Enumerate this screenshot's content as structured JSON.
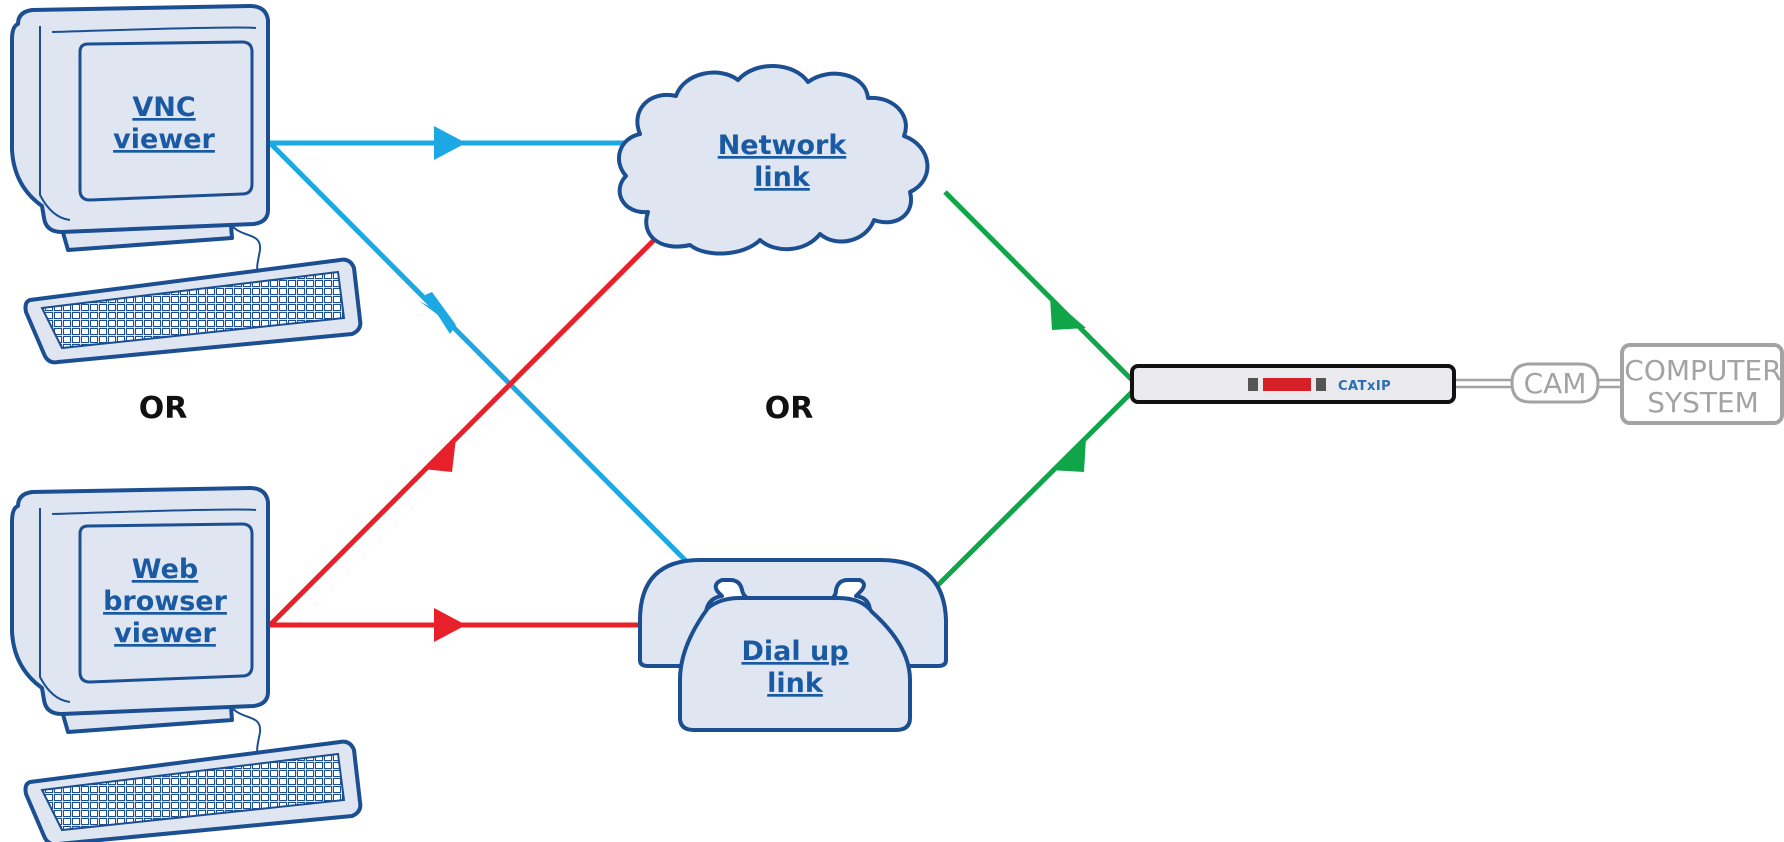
{
  "labels": {
    "vnc_line1": "VNC",
    "vnc_line2": "viewer",
    "web_line1": "Web",
    "web_line2": "browser",
    "web_line3": "viewer",
    "network_line1": "Network",
    "network_line2": "link",
    "dialup_line1": "Dial up",
    "dialup_line2": "link",
    "or_left": "OR",
    "or_center": "OR",
    "device_brand": "CATxIP",
    "cam": "CAM",
    "computer_line1": "COMPUTER",
    "computer_line2": "SYSTEM"
  },
  "colors": {
    "blue_line": "#1ba8e3",
    "red_line": "#e8202a",
    "green_line": "#0fa548",
    "outline": "#1c4f92",
    "fill": "#dfe6f2",
    "link_text": "#1a5aa3",
    "gray": "#a3a3a3",
    "device_red": "#d52028"
  },
  "icons": [
    "computer-monitor-icon",
    "keyboard-icon",
    "cloud-icon",
    "telephone-icon",
    "kvm-device-icon"
  ]
}
